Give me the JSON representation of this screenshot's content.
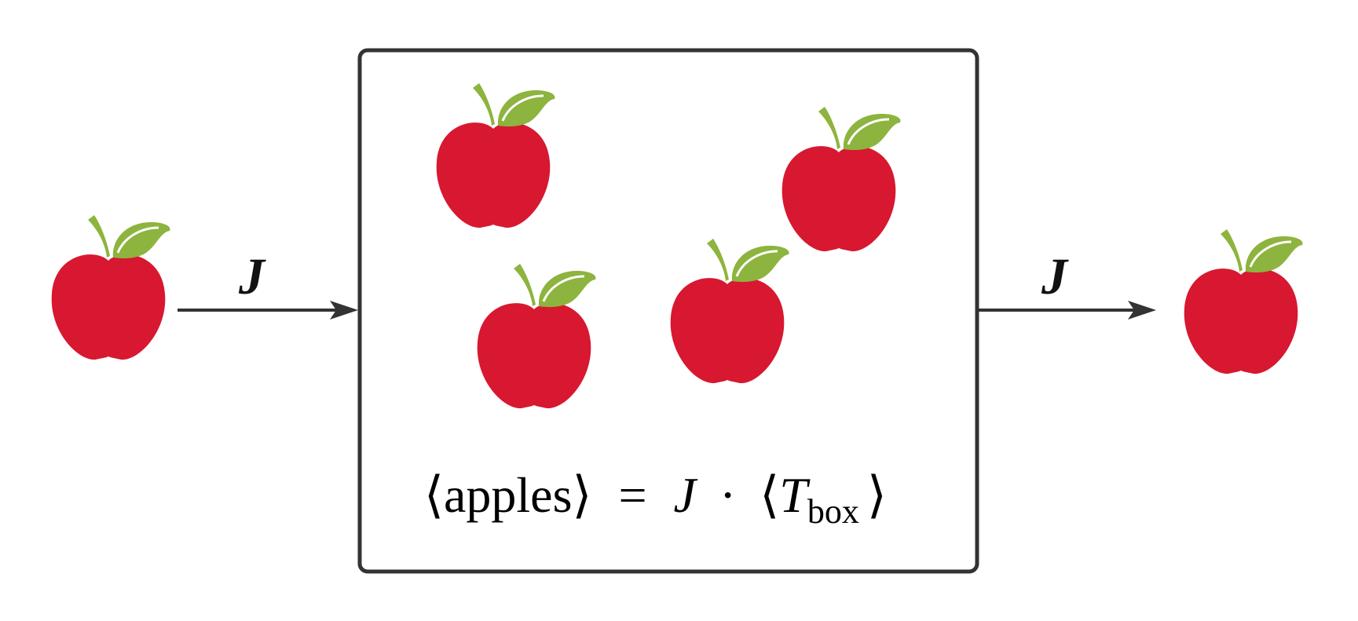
{
  "diagram": {
    "input_arrow_label": "J",
    "output_arrow_label": "J",
    "equation": {
      "lhs_open": "⟨",
      "lhs_word": "apples",
      "lhs_close": "⟩",
      "equals": "=",
      "factor": "J",
      "dot": "·",
      "rhs_open": "⟨",
      "rhs_var": "T",
      "rhs_subscript": "box",
      "rhs_close": "⟩"
    },
    "colors": {
      "apple": "#d71830",
      "leaf": "#8db43e",
      "stroke": "#333333"
    },
    "icons": {
      "apple": "apple-icon",
      "arrow": "arrow-right-icon"
    }
  }
}
